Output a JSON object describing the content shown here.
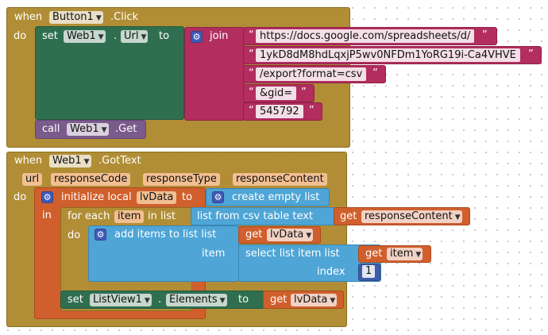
{
  "b1": {
    "when": "when",
    "component": "Button1",
    "event": ".Click",
    "do": "do",
    "set": "set",
    "web_comp": "Web1",
    "dot": ".",
    "prop": "Url",
    "to": "to",
    "join": "join",
    "strings": [
      "https://docs.google.com/spreadsheets/d/",
      "1ykD8dM8hdLqxjP5wv0NFDm1YoRG19i-Ca4VHVE",
      "/export?format=csv",
      "&gid=",
      "545792"
    ],
    "call": "call",
    "call_comp": "Web1",
    "method": ".Get"
  },
  "b2": {
    "when": "when",
    "component": "Web1",
    "event": ".GotText",
    "params": [
      "url",
      "responseCode",
      "responseType",
      "responseContent"
    ],
    "do": "do",
    "init": "initialize local",
    "var": "lvData",
    "to": "to",
    "create_empty": "create empty list",
    "in": "in",
    "for_each": "for each",
    "item": "item",
    "in_list": "in list",
    "csv": "list from csv table  text",
    "get": "get",
    "resp": "responseContent",
    "do2": "do",
    "add": "add items to list  list",
    "lvdata": "lvData",
    "item_label": "item",
    "select": "select list item  list",
    "index": "index",
    "index_val": "1",
    "set": "set",
    "listview": "ListView1",
    "dot": ".",
    "elements": "Elements",
    "to2": "to"
  },
  "icons": {
    "gear": "gear-icon",
    "dropdown": "dropdown-arrow-icon"
  },
  "colors": {
    "event": "#b18e35",
    "component_set": "#2f6f4f",
    "text": "#b32d5e",
    "list": "#4ea5d6",
    "variable": "#d05f2d",
    "call": "#7b5a8c",
    "math": "#3f5ba8"
  }
}
